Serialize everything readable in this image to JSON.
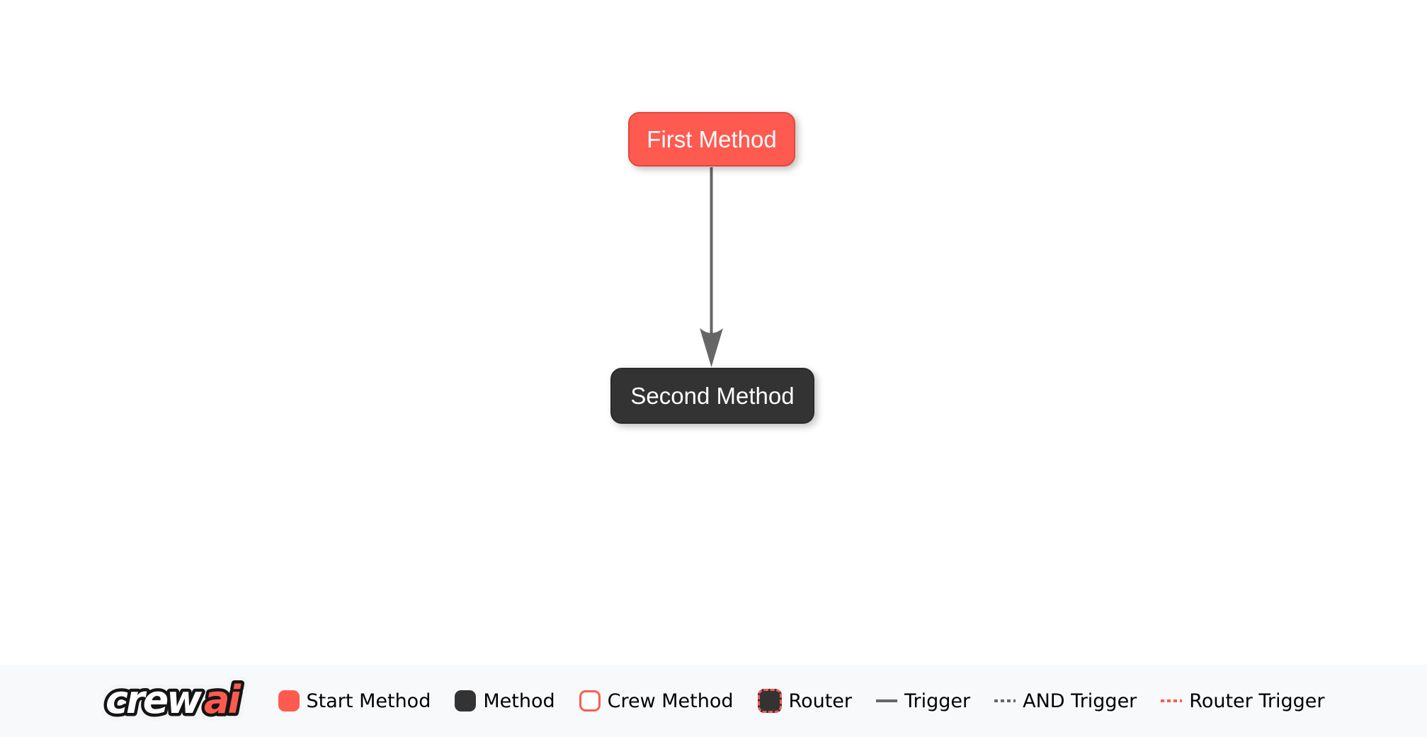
{
  "flow": {
    "nodes": [
      {
        "label": "First Method",
        "type": "start-method",
        "fill": "#FF5A50",
        "text_color": "#FFFFFF"
      },
      {
        "label": "Second Method",
        "type": "method",
        "fill": "#333333",
        "text_color": "#FFFFFF"
      }
    ],
    "edges": [
      {
        "from": "First Method",
        "to": "Second Method",
        "type": "trigger",
        "style": "solid",
        "color": "#666666",
        "direction": "down",
        "arrowhead": "filled-triangle"
      }
    ]
  },
  "legend": {
    "logo_crew": "crew",
    "logo_ai": "ai",
    "items": [
      {
        "label": "Start Method",
        "marker": "rounded-square",
        "fill": "#FF5A50",
        "border": "#FF5A50",
        "border_style": "solid"
      },
      {
        "label": "Method",
        "marker": "rounded-square",
        "fill": "#333333",
        "border": "#333333",
        "border_style": "solid"
      },
      {
        "label": "Crew Method",
        "marker": "rounded-square",
        "fill": "#FFFFFF",
        "border": "#FF5A50",
        "border_style": "solid"
      },
      {
        "label": "Router",
        "marker": "rounded-square",
        "fill": "#333333",
        "border": "#FF5A50",
        "border_style": "dashed"
      },
      {
        "label": "Trigger",
        "marker": "line",
        "stroke": "#666666",
        "line_style": "solid"
      },
      {
        "label": "AND Trigger",
        "marker": "line",
        "stroke": "#666666",
        "line_style": "dashed"
      },
      {
        "label": "Router Trigger",
        "marker": "line",
        "stroke": "#FF5A50",
        "line_style": "dashed"
      }
    ]
  },
  "colors": {
    "canvas_bg": "#FFFFFF",
    "legend_bg": "#F8F9FA",
    "start_node": "#FF5A50",
    "method_node": "#333333",
    "edge": "#666666",
    "node_text": "#FFFFFF",
    "legend_text": "#000000"
  }
}
